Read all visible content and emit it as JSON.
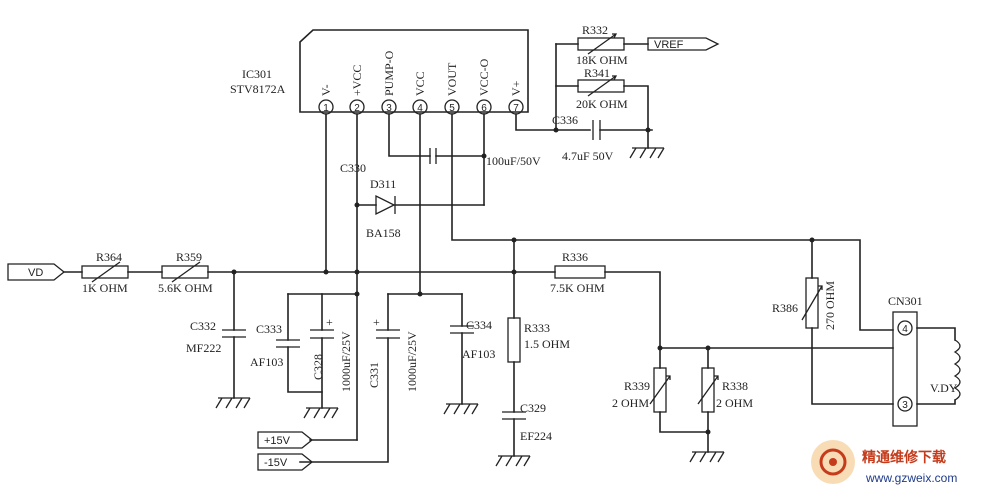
{
  "ic": {
    "ref": "IC301",
    "part": "STV8172A",
    "pins": [
      {
        "num": "1",
        "name": "V-"
      },
      {
        "num": "2",
        "name": "+VCC"
      },
      {
        "num": "3",
        "name": "PUMP-O"
      },
      {
        "num": "4",
        "name": "VCC"
      },
      {
        "num": "5",
        "name": "VOUT"
      },
      {
        "num": "6",
        "name": "VCC-O"
      },
      {
        "num": "7",
        "name": "V+"
      }
    ]
  },
  "components": {
    "r364": {
      "ref": "R364",
      "value": "1K OHM"
    },
    "r359": {
      "ref": "R359",
      "value": "5.6K OHM"
    },
    "r332": {
      "ref": "R332",
      "value": "18K OHM"
    },
    "r341": {
      "ref": "R341",
      "value": "20K OHM"
    },
    "c336": {
      "ref": "C336",
      "value": "4.7uF 50V"
    },
    "c330": {
      "ref": "C330",
      "value": "100uF/50V"
    },
    "d311": {
      "ref": "D311",
      "value": "BA158"
    },
    "r336": {
      "ref": "R336",
      "value": "7.5K OHM"
    },
    "r386": {
      "ref": "R386",
      "value": "270 OHM"
    },
    "c332": {
      "ref": "C332",
      "value": "MF222"
    },
    "c333": {
      "ref": "C333",
      "value": "AF103"
    },
    "c328": {
      "ref": "C328",
      "value": "1000uF/25V"
    },
    "c331": {
      "ref": "C331",
      "value": "1000uF/25V"
    },
    "c334": {
      "ref": "C334",
      "value": "AF103"
    },
    "r333": {
      "ref": "R333",
      "value": "1.5 OHM"
    },
    "c329": {
      "ref": "C329",
      "value": "EF224"
    },
    "r339": {
      "ref": "R339",
      "value": "2 OHM"
    },
    "r338": {
      "ref": "R338",
      "value": "2 OHM"
    }
  },
  "connector": {
    "ref": "CN301",
    "pin_a": "4",
    "pin_b": "3",
    "coil": "V.DY"
  },
  "nets": {
    "vd": "VD",
    "vref": "VREF",
    "plus15": "+15V",
    "minus15": "-15V"
  },
  "watermark": {
    "cn": "精通维修下载",
    "url": "www.gzweix.com"
  }
}
